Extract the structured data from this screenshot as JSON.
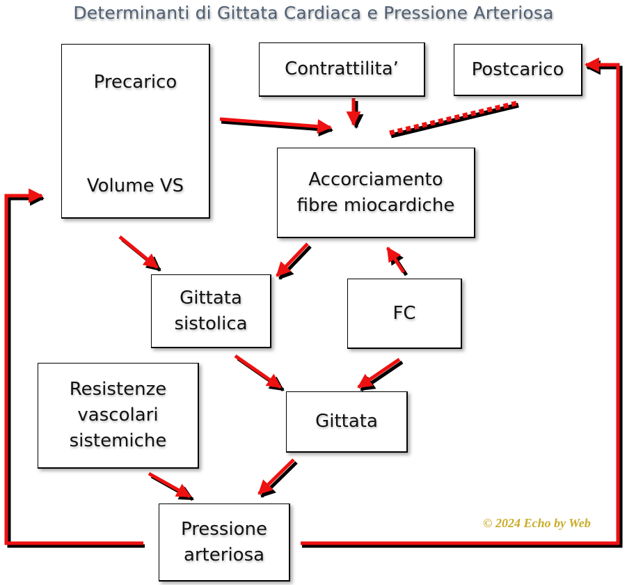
{
  "title": "Determinanti di Gittata Cardiaca e Pressione Arteriosa",
  "nodes": {
    "precarico": {
      "line1": "Precarico",
      "line2": "Volume VS"
    },
    "contrattilita": {
      "line1": "Contrattilita’"
    },
    "postcarico": {
      "line1": "Postcarico"
    },
    "accorciamento": {
      "line1": "Accorciamento",
      "line2": "fibre miocardiche"
    },
    "gittata_sistolica": {
      "line1": "Gittata",
      "line2": "sistolica"
    },
    "fc": {
      "line1": "FC"
    },
    "resistenze": {
      "line1": "Resistenze",
      "line2": "vascolari",
      "line3": "sistemiche"
    },
    "gittata": {
      "line1": "Gittata"
    },
    "pressione": {
      "line1": "Pressione",
      "line2": "arteriosa"
    }
  },
  "watermark": "© 2024 Echo by Web",
  "colors": {
    "arrow": "#ee1111",
    "arrow_shadow": "#000000",
    "title": "#4f5f74",
    "watermark": "#c9ad2a",
    "box_border": "#000000"
  }
}
